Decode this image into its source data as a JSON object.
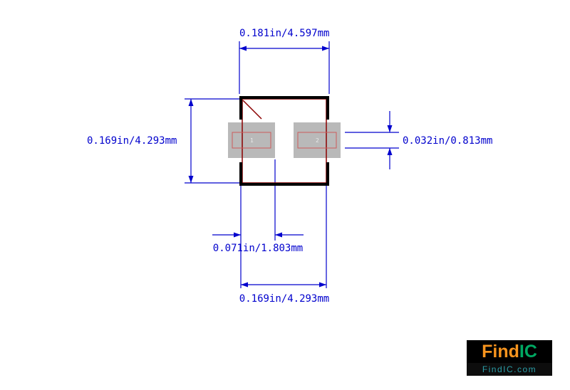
{
  "drawing": {
    "dimension_labels": {
      "top_width": "0.181in/4.597mm",
      "left_height": "0.169in/4.293mm",
      "pad_height": "0.032in/0.813mm",
      "pad_span": "0.071in/1.803mm",
      "bottom_width": "0.169in/4.293mm"
    },
    "pads": [
      {
        "number": "1"
      },
      {
        "number": "2"
      }
    ],
    "colors": {
      "dimension_blue": "#0000cd",
      "body_outline_red": "#8b0000",
      "pad_outline_red": "#cd5c5c",
      "pad_fill_gray": "#b9b9b9",
      "component_edge_black": "#000000",
      "background": "#ffffff"
    }
  },
  "logo": {
    "find_text": "Find",
    "ic_text": "IC",
    "domain_text": "FindIC.com",
    "colors": {
      "find_orange": "#f7941e",
      "ic_green": "#00a862",
      "domain_teal": "#2b9ea8",
      "background_black": "#000000"
    }
  }
}
